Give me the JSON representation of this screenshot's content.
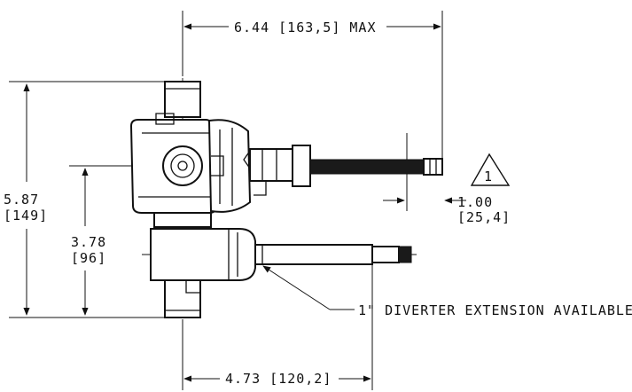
{
  "dimensions": {
    "overall_length": "6.44 [163,5] MAX",
    "overall_height_in": "5.87",
    "overall_height_mm": "[149]",
    "center_height_in": "3.78",
    "center_height_mm": "[96]",
    "stem_offset_in": "1.00",
    "stem_offset_mm": "[25,4]",
    "bottom_length": "4.73 [120,2]"
  },
  "notes": {
    "diverter_callout": "1\" DIVERTER EXTENSION AVAILABLE",
    "revision_triangle": "1"
  }
}
